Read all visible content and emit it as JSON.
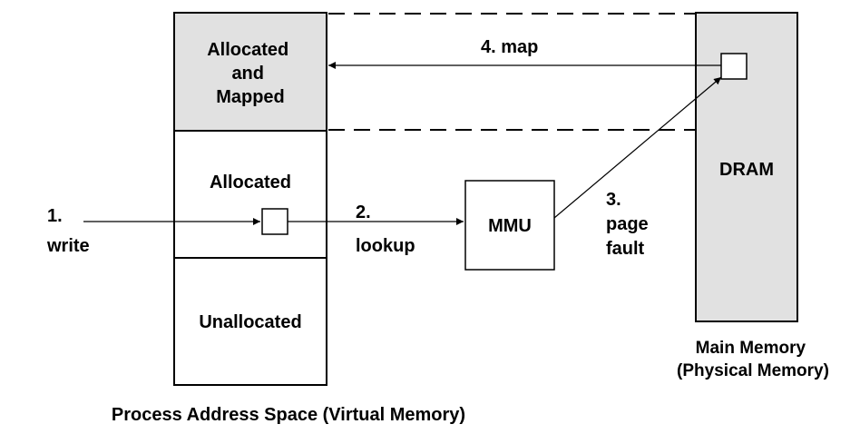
{
  "colors": {
    "region_fill": "#e1e1e1",
    "stroke": "#000000",
    "background": "#ffffff"
  },
  "process": {
    "allocated_mapped_label": [
      "Allocated",
      "and",
      "Mapped"
    ],
    "allocated_label": "Allocated",
    "unallocated_label": "Unallocated",
    "caption": "Process Address Space (Virtual Memory)"
  },
  "mmu": {
    "label": "MMU"
  },
  "memory": {
    "dram_label": "DRAM",
    "caption": [
      "Main Memory",
      "(Physical Memory)"
    ]
  },
  "steps": {
    "write": [
      "1.",
      "write"
    ],
    "lookup": [
      "2.",
      "lookup"
    ],
    "page_fault": [
      "3.",
      "page",
      "fault"
    ],
    "map": "4. map"
  }
}
